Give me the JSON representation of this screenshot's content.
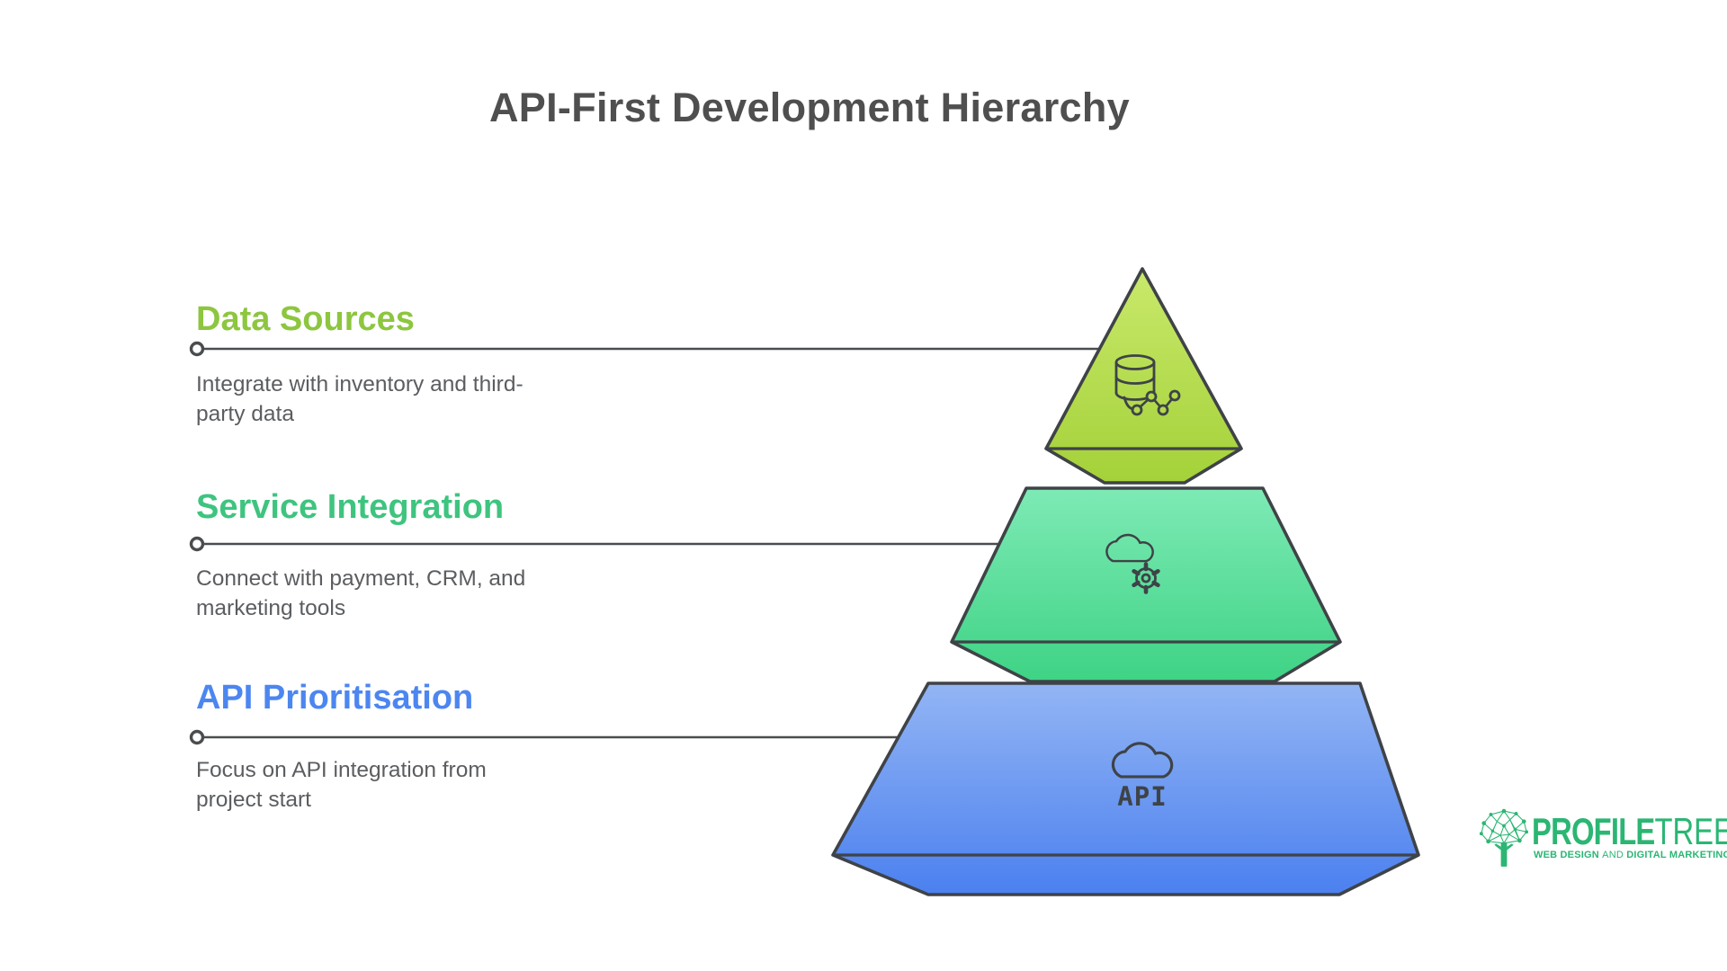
{
  "title": "API-First Development Hierarchy",
  "tiers": [
    {
      "id": "data-sources",
      "label": "Data Sources",
      "description": "Integrate with inventory and third-party data",
      "accent_color": "#8dc63f",
      "icon": "database-network-icon",
      "fill_top": "#c9e96b",
      "fill_bottom": "#a4d139"
    },
    {
      "id": "service-integration",
      "label": "Service Integration",
      "description": "Connect with payment, CRM, and marketing tools",
      "accent_color": "#3ec47f",
      "icon": "cloud-gear-icon",
      "fill_top": "#7eeab5",
      "fill_bottom": "#3ed385"
    },
    {
      "id": "api-prioritisation",
      "label": "API Prioritisation",
      "description": "Focus on API integration from project start",
      "accent_color": "#4c86f0",
      "icon": "cloud-api-icon",
      "fill_top": "#93b5f4",
      "fill_bottom": "#4b80ef"
    }
  ],
  "pyramid": {
    "api_badge_text": "API",
    "outline_color": "#3f4347"
  },
  "logo": {
    "brand_primary": "PROFILE",
    "brand_secondary": "TREE",
    "tagline_part1": "WEB DESIGN",
    "tagline_part2": "AND",
    "tagline_part3": "DIGITAL MARKETING",
    "brand_color": "#2bb673"
  }
}
